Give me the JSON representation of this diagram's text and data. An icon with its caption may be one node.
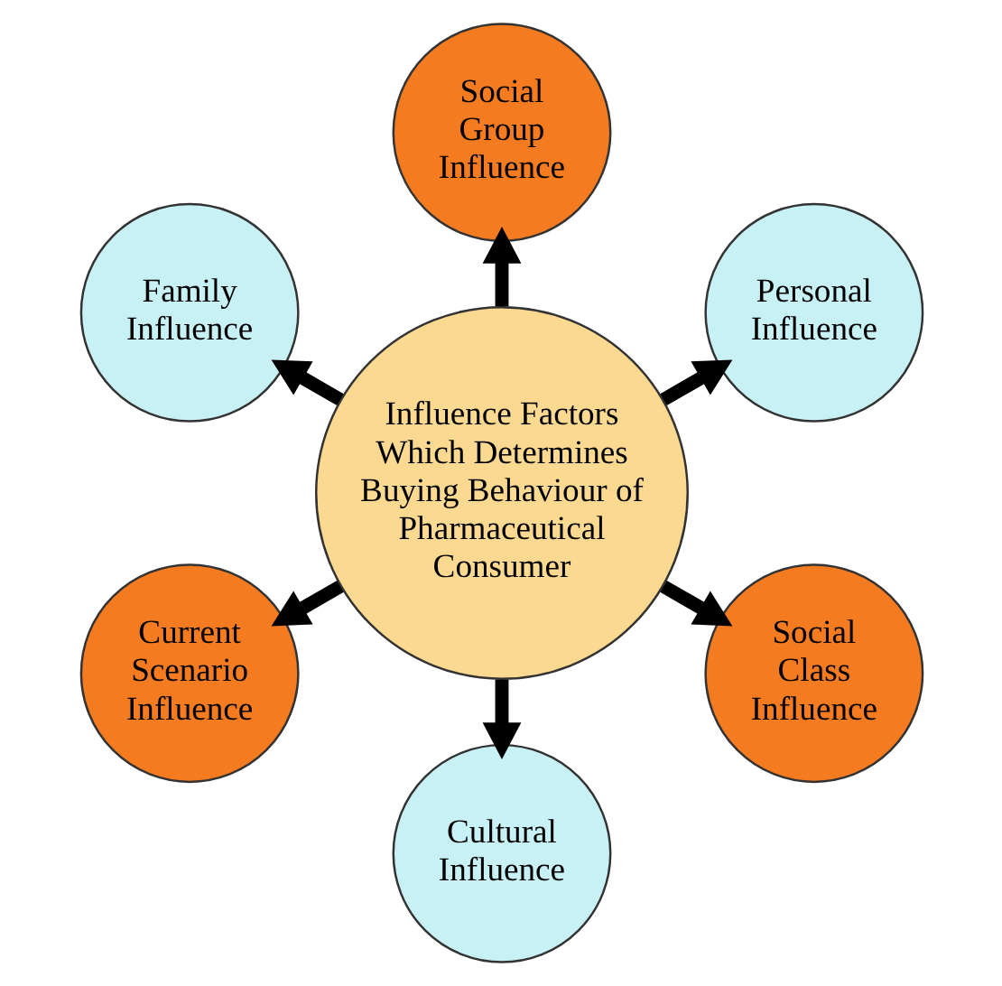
{
  "diagram": {
    "nodes": [
      {
        "text": [
          "Influence Factors Which Determines Buying Behaviour of Pharmaceutical Consumer"
        ]
      },
      {
        "text": [
          "Personal Influence"
        ]
      },
      {
        "text": [
          "Social Group Influence"
        ]
      },
      {
        "text": [
          "Family Influence"
        ]
      },
      {
        "text": [
          "Current Scenario Influence"
        ]
      },
      {
        "text": [
          "Cultural Influence"
        ]
      },
      {
        "text": [
          "Social Class Influence"
        ]
      }
    ],
    "edges": [
      {
        "from": 0,
        "to": 1,
        "arrow": "to"
      },
      {
        "from": 0,
        "to": 2,
        "arrow": "to"
      },
      {
        "from": 0,
        "to": 3,
        "arrow": "to"
      },
      {
        "from": 0,
        "to": 4,
        "arrow": "to"
      },
      {
        "from": 0,
        "to": 5,
        "arrow": "to"
      },
      {
        "from": 0,
        "to": 6,
        "arrow": "to"
      }
    ]
  }
}
